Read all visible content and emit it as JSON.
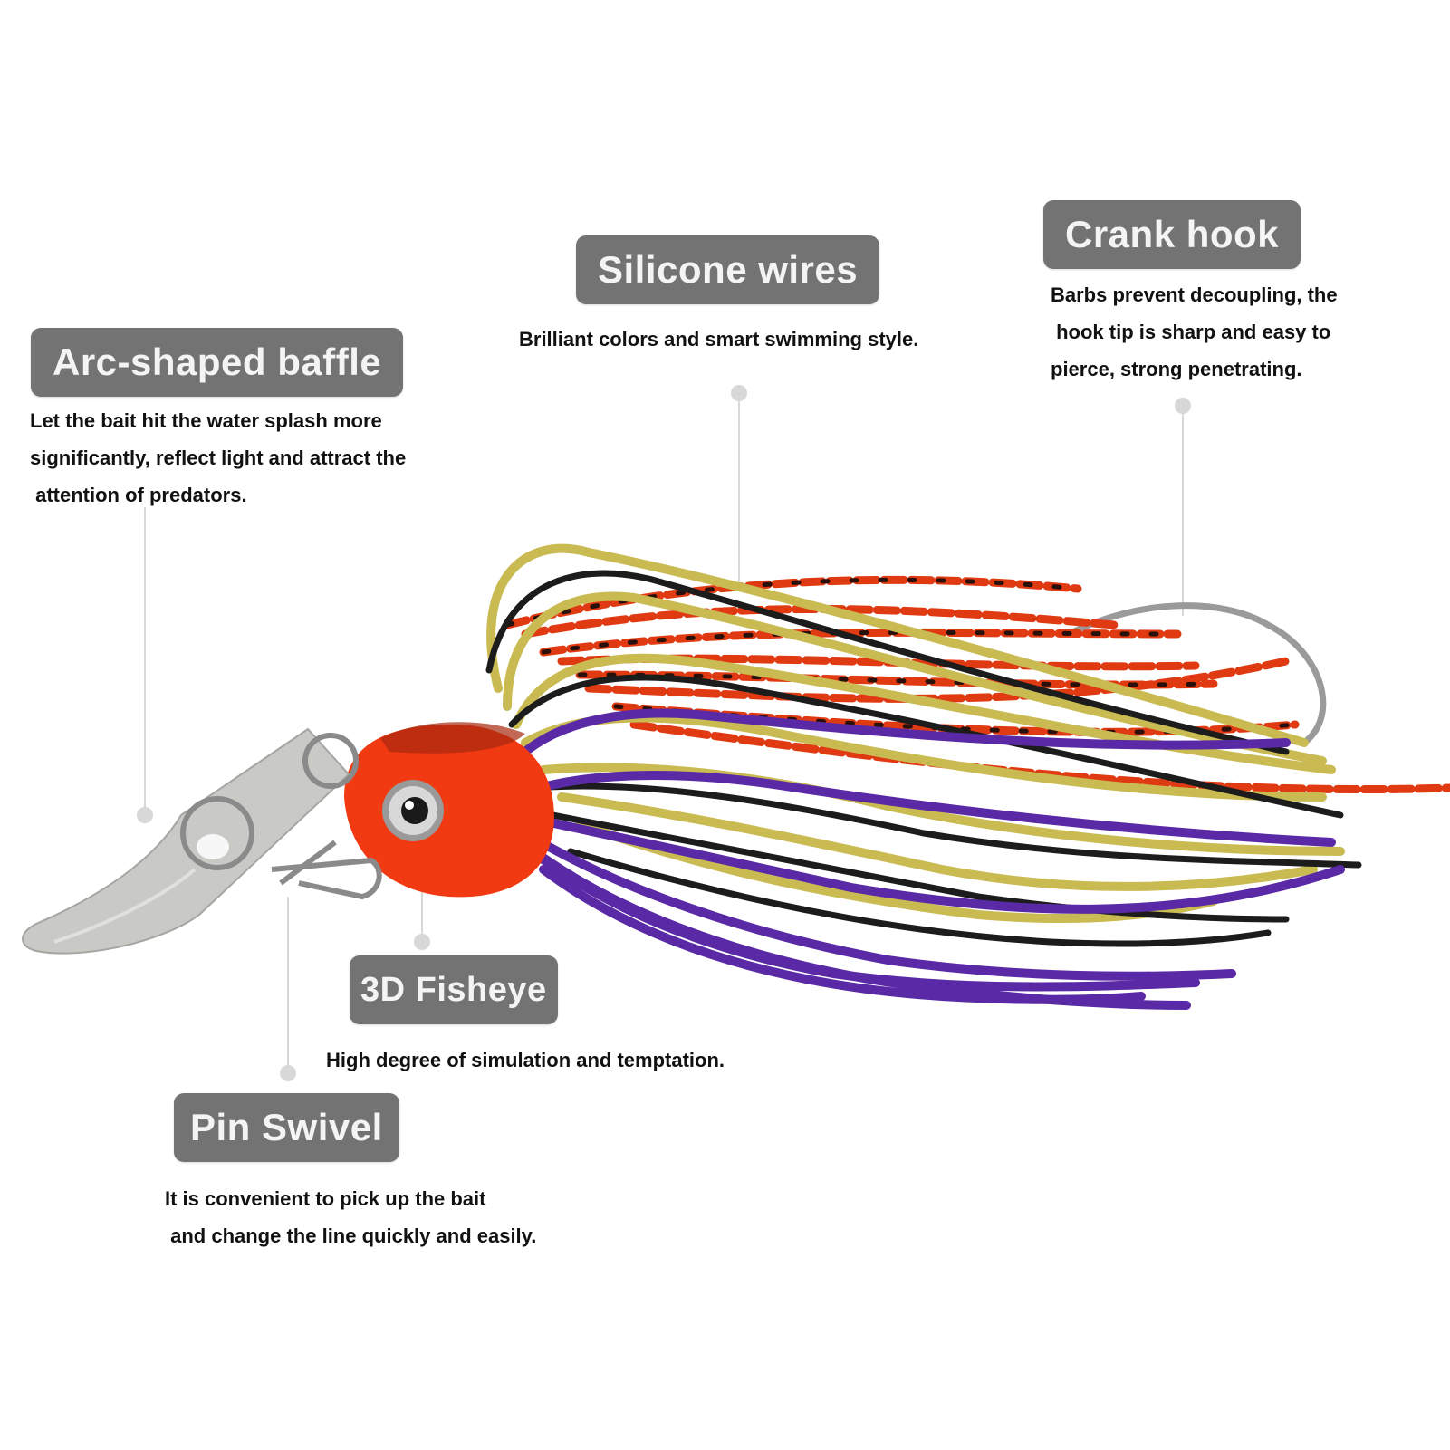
{
  "callouts": {
    "arc_baffle": {
      "title": "Arc-shaped baffle",
      "desc": "Let the bait hit the water splash more\nsignificantly, reflect light and attract the\n attention of predators."
    },
    "silicone_wires": {
      "title": "Silicone wires",
      "desc": "Brilliant colors and smart swimming style."
    },
    "crank_hook": {
      "title": "Crank hook",
      "desc": "Barbs prevent decoupling, the\n hook tip is sharp and easy to\npierce, strong penetrating."
    },
    "fisheye": {
      "title": "3D Fisheye",
      "desc": "High degree of simulation and temptation."
    },
    "pin_swivel": {
      "title": "Pin Swivel",
      "desc": "It is convenient to pick up the bait\n and change the line quickly and easily."
    }
  },
  "colors": {
    "badge_bg": "#737373",
    "badge_text": "#f4f4f4",
    "desc_text": "#111111",
    "head": "#f23a12",
    "blade": "#c9c9c6",
    "skirt_yellow": "#c9bb52",
    "skirt_purple": "#5a2aa6",
    "skirt_black": "#1c1c1c",
    "skirt_red": "#e03a12"
  }
}
